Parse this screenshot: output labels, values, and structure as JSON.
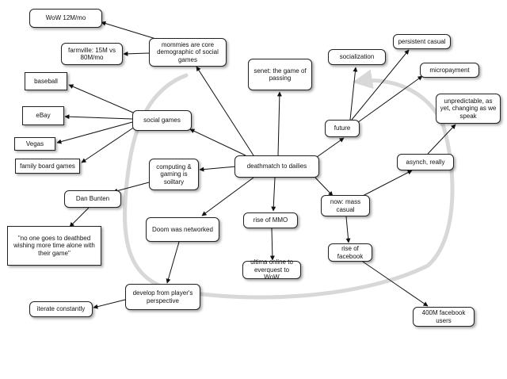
{
  "nodes": {
    "wow": "WoW 12M/mo",
    "farmville": "farmville: 15M vs 80M/mo",
    "mommies": "mommies are core demographic of social games",
    "senet": "senet: the game of passing",
    "socialization": "socialization",
    "persistent": "persistent casual",
    "micropayment": "micropayment",
    "unpredictable": "unpredictable, as yet, changing as we speak",
    "baseball": "baseball",
    "ebay": "eBay",
    "vegas": "Vegas",
    "family": "family board games",
    "socialgames": "social games",
    "future": "future",
    "asynch": "asynch, really",
    "computing": "computing & gaming is soiltary",
    "deathmatch": "deathmatch to dailies",
    "dan": "Dan Bunten",
    "nowmass": "now: mass casual",
    "quote": "\"no one goes to deathbed wishing more time alone with their game\"",
    "doom": "Doom was networked",
    "mmo": "rise of MMO",
    "facebook": "rise of facebook",
    "ultima": "ultima online to everquest to WoW",
    "develop": "develop from player's perspective",
    "iterate": "iterate constantly",
    "fb400": "400M facebook users"
  },
  "colors": {
    "edge": "#111111",
    "loop": "#d8d8d8",
    "border": "#222222"
  }
}
